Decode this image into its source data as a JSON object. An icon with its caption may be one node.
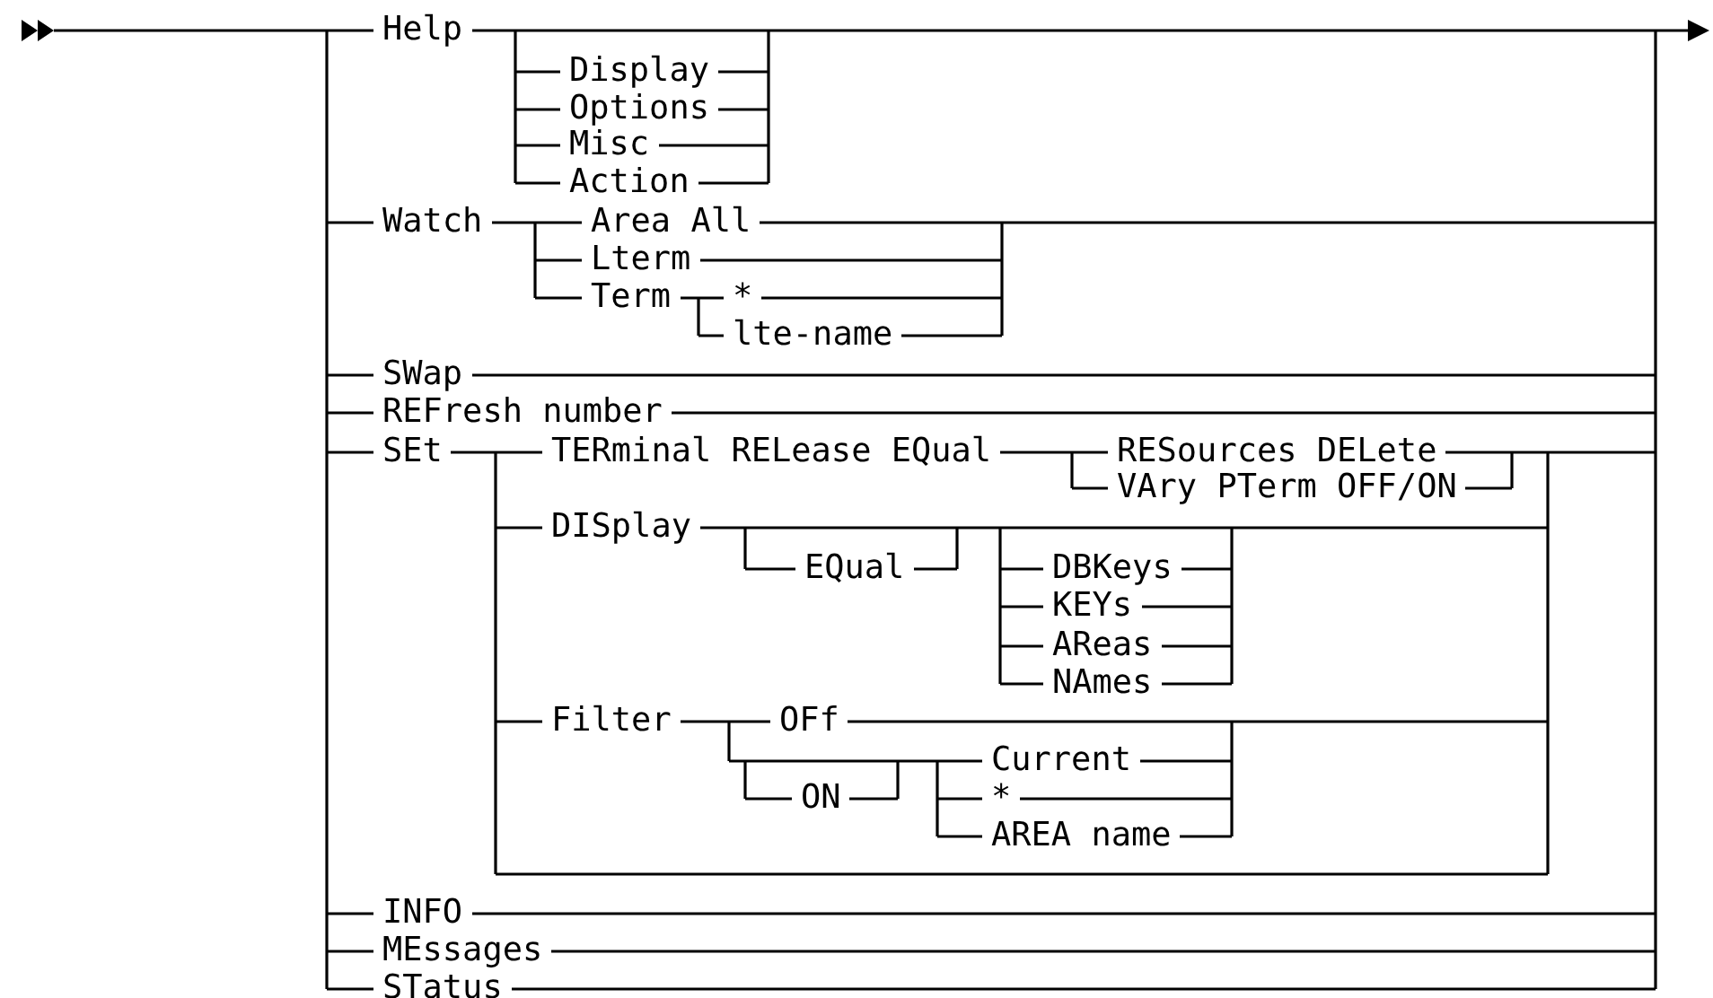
{
  "diagram": {
    "labels": [
      "Help",
      "Display",
      "Options",
      "Misc",
      "Action",
      "Watch",
      "Area All",
      "Lterm",
      "Term",
      "*",
      "lte-name",
      "SWap",
      "REFresh number",
      "SEt",
      "TERminal RELease EQual",
      "RESources DELete",
      "VAry PTerm OFF/ON",
      "DISplay",
      "EQual",
      "DBKeys",
      "KEYs",
      "AReas",
      "NAmes",
      "Filter",
      "OFf",
      "Current",
      "ON",
      "*",
      "AREA name",
      "INFO",
      "MEssages",
      "STatus"
    ]
  }
}
